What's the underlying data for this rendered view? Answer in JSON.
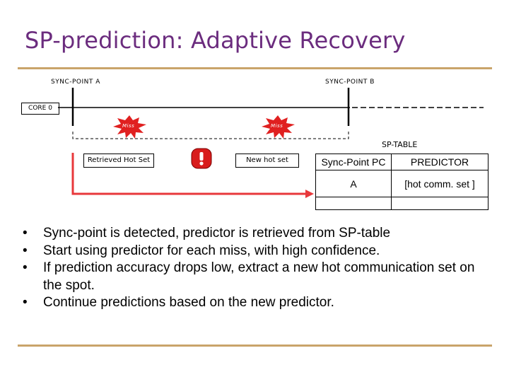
{
  "title": "SP-prediction: Adaptive Recovery",
  "colors": {
    "title": "#6b2c7e",
    "rule": "#c9a46a",
    "arrow": "#e8383b",
    "miss_burst": "#e02020",
    "warning": "#e02020"
  },
  "timeline": {
    "sync_point_a": "SYNC-POINT  A",
    "sync_point_b": "SYNC-POINT  B",
    "core_label": "CORE 0",
    "miss_label": "Miss"
  },
  "boxes": {
    "retrieved": "Retrieved Hot Set",
    "new_hot": "New hot set"
  },
  "warning_icon": "exclamation-icon",
  "sp_table": {
    "label": "SP-TABLE",
    "headers": [
      "Sync-Point PC",
      "PREDICTOR"
    ],
    "rows": [
      [
        "A",
        "[hot comm. set ]"
      ],
      [
        "",
        ""
      ]
    ]
  },
  "bullets": [
    "Sync-point is detected, predictor is retrieved from SP-table",
    "Start using predictor for each miss, with high confidence.",
    "If prediction accuracy drops low, extract a new hot communication set on the spot.",
    "Continue predictions based on the new predictor."
  ]
}
